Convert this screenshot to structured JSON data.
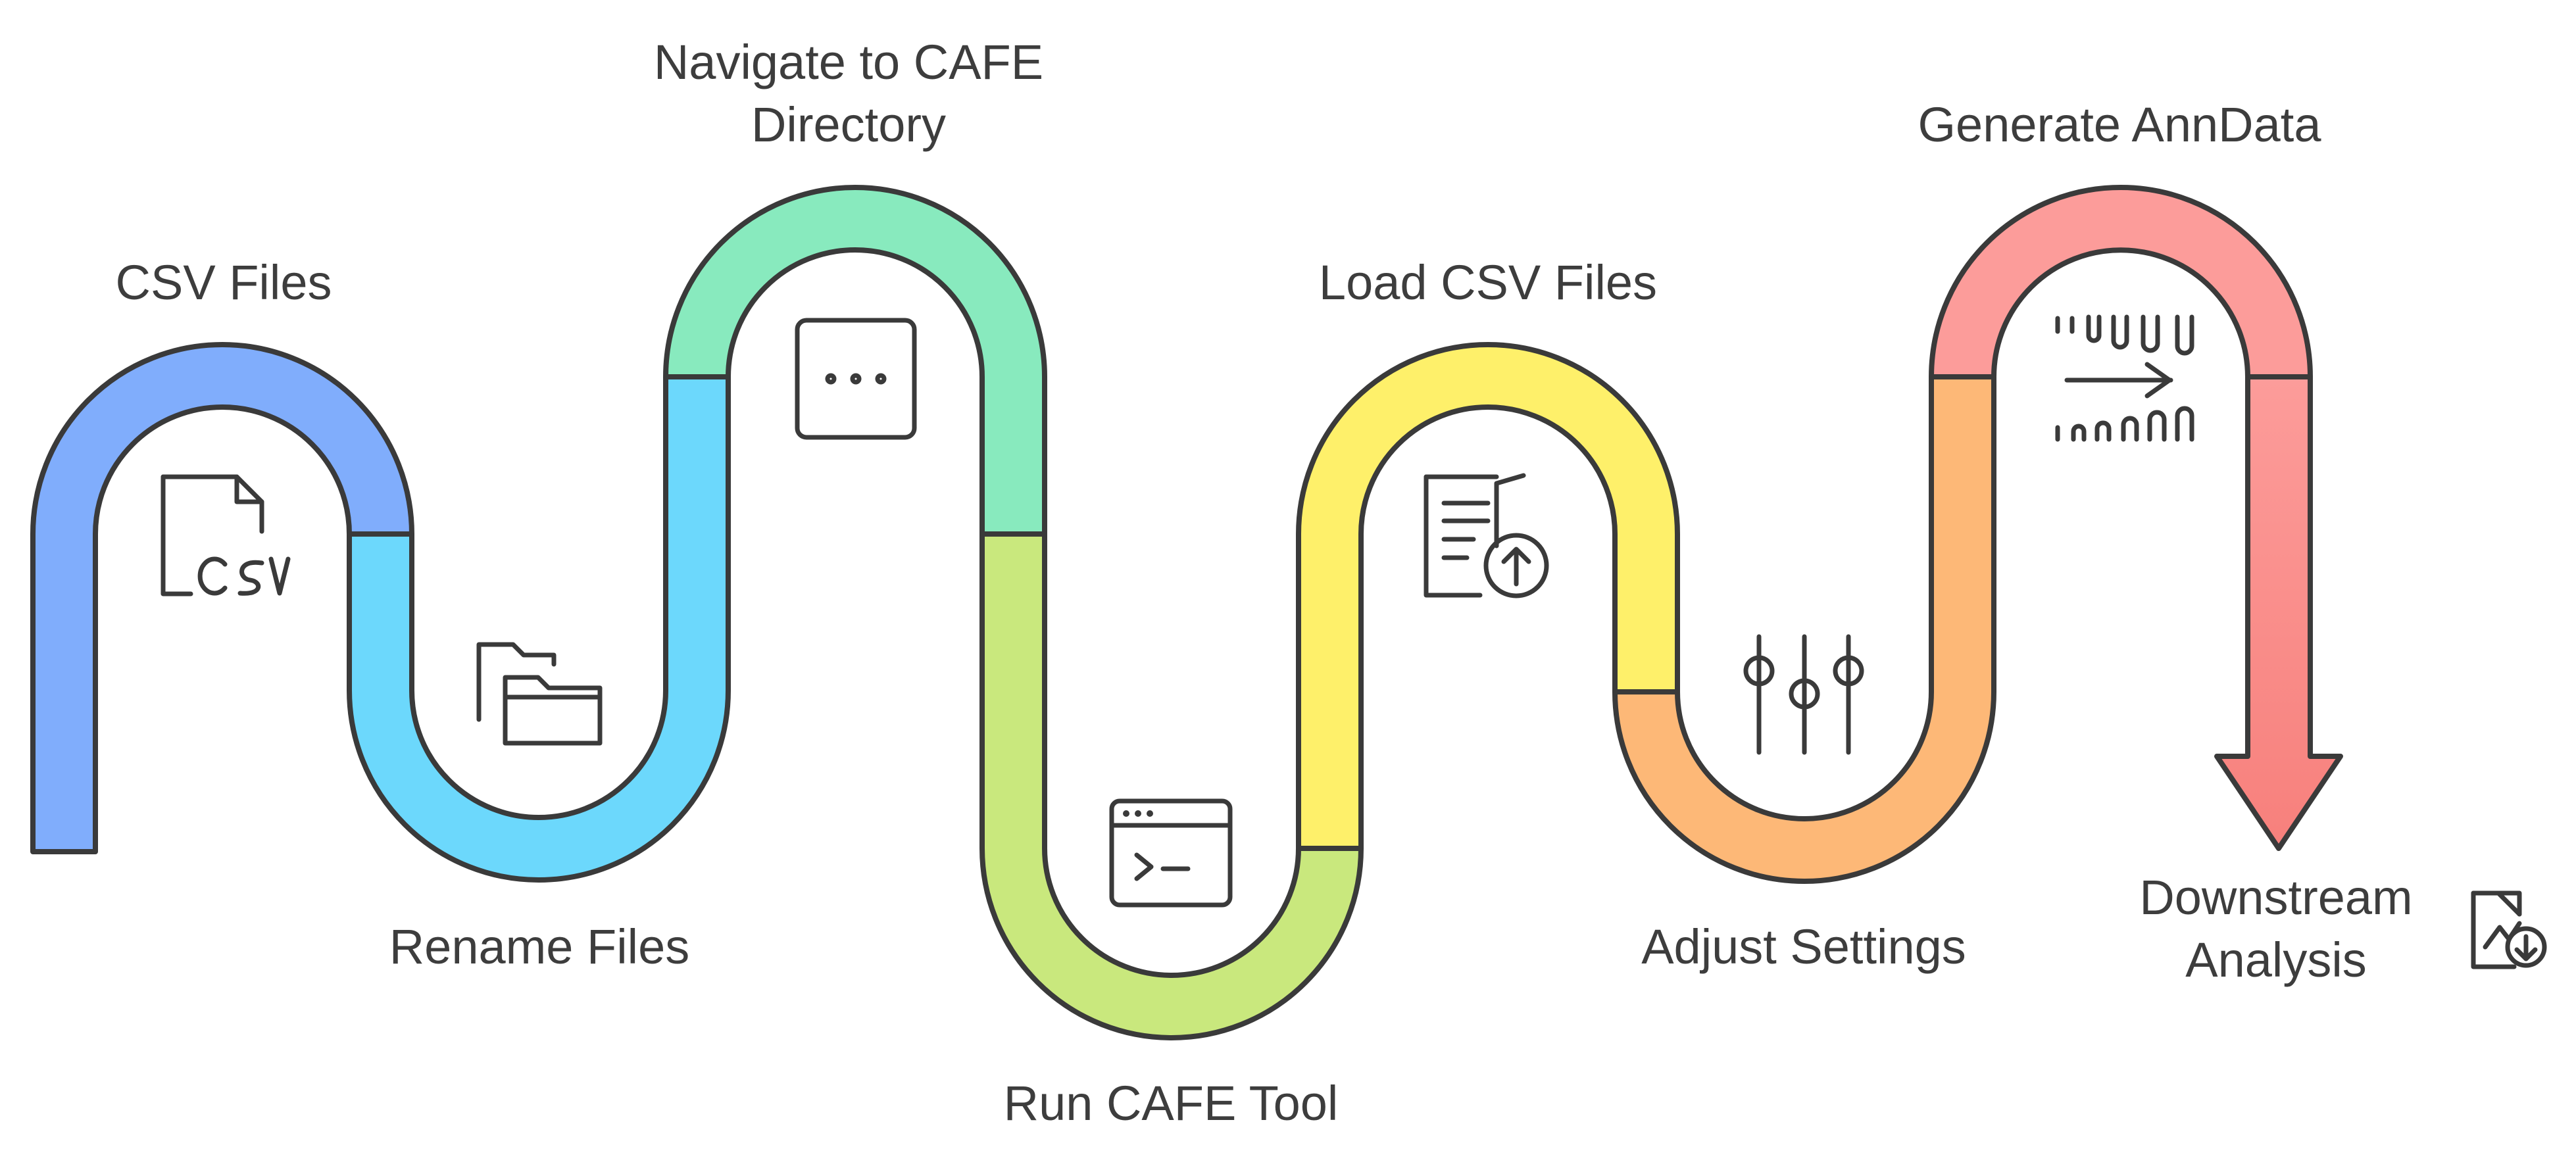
{
  "steps": [
    {
      "label": "CSV Files",
      "icon": "csv-file-icon",
      "color": "#80ADFC"
    },
    {
      "label": "Rename Files",
      "icon": "folders-icon",
      "color": "#6CD8FC"
    },
    {
      "label_lines": [
        "Navigate to CAFE",
        "Directory"
      ],
      "icon": "more-dots-icon",
      "color": "#88EABE"
    },
    {
      "label": "Run CAFE Tool",
      "icon": "terminal-icon",
      "color": "#C9E87D"
    },
    {
      "label": "Load CSV Files",
      "icon": "document-upload-icon",
      "color": "#FEF06A"
    },
    {
      "label": "Adjust Settings",
      "icon": "sliders-icon",
      "color": "#FDB877"
    },
    {
      "label": "Generate AnnData",
      "icon": "transform-arrow-icon",
      "color": "#FC9C9A"
    },
    {
      "label_lines": [
        "Downstream",
        "Analysis"
      ],
      "icon": "chart-download-icon",
      "color": "#F78A86"
    }
  ],
  "colors": {
    "outline": "#3A3A3A",
    "text": "#3D3D3D",
    "background": "#FFFFFF"
  }
}
